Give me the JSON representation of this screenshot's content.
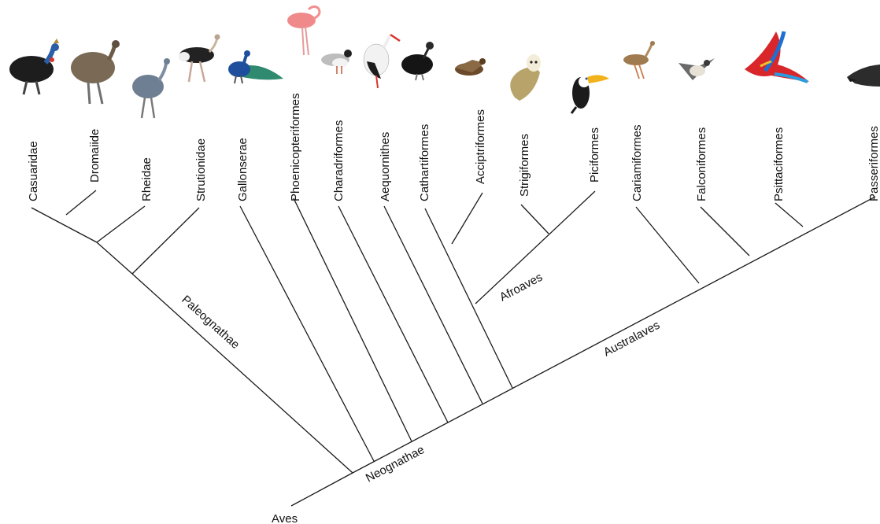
{
  "root_label": "Aves",
  "clades": {
    "paleognathae": "Paleognathae",
    "neognathae": "Neognathae",
    "afroaves": "Afroaves",
    "australaves": "Australaves"
  },
  "taxa": [
    {
      "key": "casuaridae",
      "label": "Casuaridae",
      "icon": "cassowary-icon",
      "color": "#1d1d1d"
    },
    {
      "key": "dromaiide",
      "label": "Dromaiide",
      "icon": "emu-icon",
      "color": "#7a6a55"
    },
    {
      "key": "rheidae",
      "label": "Rheidae",
      "icon": "rhea-icon",
      "color": "#6f7f93"
    },
    {
      "key": "strutionidae",
      "label": "Strutionidae",
      "icon": "ostrich-icon",
      "color": "#222222"
    },
    {
      "key": "gallonserae",
      "label": "Gallonserae",
      "icon": "peafowl-icon",
      "color": "#1f6e8c"
    },
    {
      "key": "phoenicopteriformes",
      "label": "Phoenicopteriformes",
      "icon": "flamingo-icon",
      "color": "#f08a8a"
    },
    {
      "key": "charadriformes",
      "label": "Charadriformes",
      "icon": "gull-icon",
      "color": "#9a9a9a"
    },
    {
      "key": "aequornithes",
      "label": "Aequornithes",
      "icon": "stork-icon",
      "color": "#2a2a2a"
    },
    {
      "key": "cathartiformes",
      "label": "Cathartiformes",
      "icon": "vulture-icon",
      "color": "#151515"
    },
    {
      "key": "acciptriformes",
      "label": "Acciptriformes",
      "icon": "eagle-icon",
      "color": "#6b4a2b"
    },
    {
      "key": "strigiformes",
      "label": "Strigiformes",
      "icon": "owl-icon",
      "color": "#b8a46a"
    },
    {
      "key": "piciformes",
      "label": "Piciformes",
      "icon": "toucan-icon",
      "color": "#f2b21c"
    },
    {
      "key": "cariamiformes",
      "label": "Cariamiformes",
      "icon": "seriema-icon",
      "color": "#a07b50"
    },
    {
      "key": "falconiformes",
      "label": "Falconiformes",
      "icon": "falcon-icon",
      "color": "#6a6a6a"
    },
    {
      "key": "psittaciformes",
      "label": "Psittaciformes",
      "icon": "macaw-icon",
      "color": "#d8262b"
    },
    {
      "key": "passeriformes",
      "label": "Passeriformes",
      "icon": "crow-icon",
      "color": "#2c2c2c"
    }
  ]
}
